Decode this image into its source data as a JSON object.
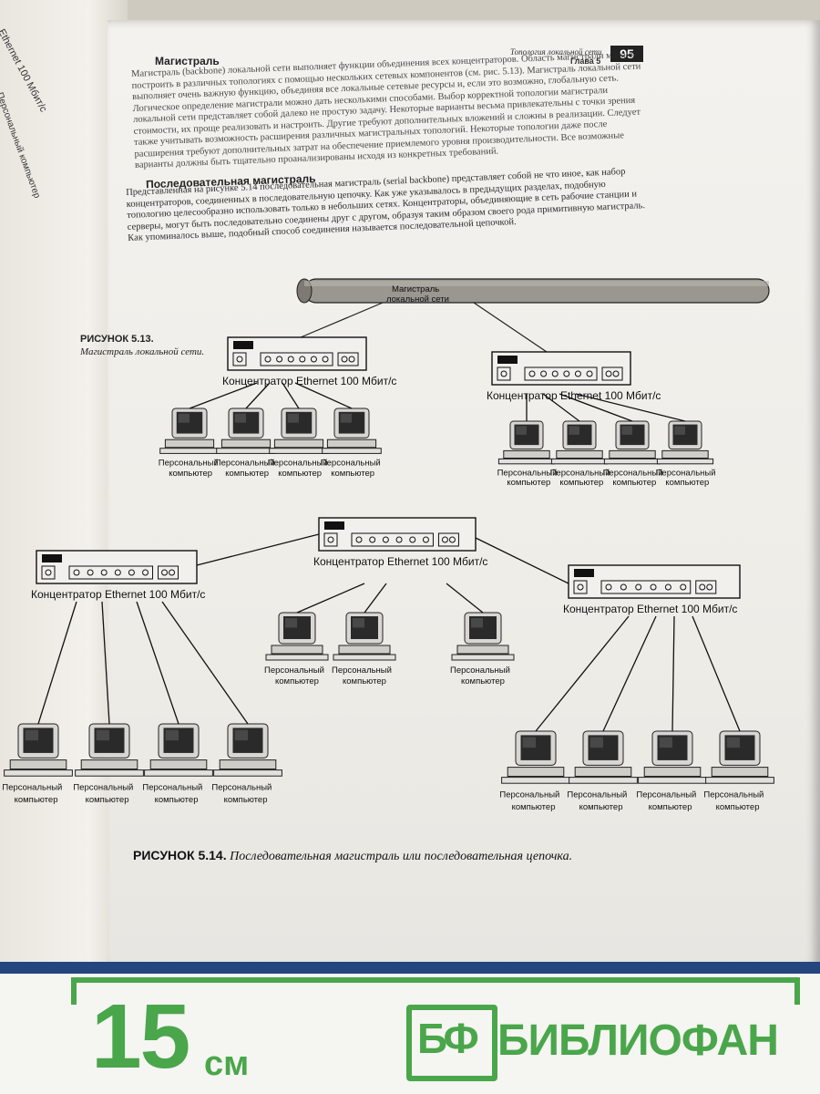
{
  "page": {
    "section_title": "Топология локальной сети",
    "chapter": "Глава 5",
    "page_number": "95"
  },
  "backbone": {
    "heading": "Магистраль",
    "text": "Магистраль (backbone) локальной сети выполняет функции объединения всех концентраторов. Область магистрали можно построить в различных топологиях с помощью нескольких сетевых компонентов (см. рис. 5.13). Магистраль локальной сети выполняет очень важную функцию, объединяя все локальные сетевые ресурсы и, если это возможно, глобальную сеть. Логическое определение магистрали можно дать несколькими способами. Выбор корректной топологии магистрали локальной сети представляет собой далеко не простую задачу. Некоторые варианты весьма привлекательны с точки зрения стоимости, их проще реализовать и настроить. Другие требуют дополнительных вложений и сложны в реализации. Следует также учитывать возможность расширения различных магистральных топологий. Некоторые топологии даже после расширения требуют дополнительных затрат на обеспечение приемлемого уровня производительности. Все возможные варианты должны быть тщательно проанализированы исходя из конкретных требований."
  },
  "serial": {
    "heading": "Последовательная магистраль",
    "text": "Представленная на рисунке 5.14 последовательная магистраль (serial backbone) представляет собой не что иное, как набор концентраторов, соединенных в последовательную цепочку. Как уже указывалось в предыдущих разделах, подобную топологию целесообразно использовать только в небольших сетях. Концентраторы, объединяющие в сеть рабочие станции и серверы, могут быть последовательно соединены друг с другом, образуя таким образом своего рода примитивную магистраль. Как упоминалось выше, подобный способ соединения называется последовательной цепочкой."
  },
  "figure1": {
    "label": "РИСУНОК 5.13.",
    "caption": "Магистраль локальной сети.",
    "backbone_line1": "Магистраль",
    "backbone_line2": "локальной сети",
    "hub_label": "Концентратор Ethernet 100 Мбит/с",
    "pc_line1": "Персональный",
    "pc_line2": "компьютер"
  },
  "figure2": {
    "label": "РИСУНОК 5.14.",
    "caption": "Последовательная магистраль или последовательная цепочка.",
    "hub_label": "Концентратор Ethernet 100 Мбит/с",
    "pc_line1": "Персональный",
    "pc_line2": "компьютер"
  },
  "left_page": {
    "fragment1": "Ethernet 100 Мбит/с",
    "fragment2": "Персональный компьютер"
  },
  "ruler": {
    "length": "15",
    "unit": "см",
    "logo": "БФ",
    "brand": "БИБЛИОФАН",
    "green": "#4aa64a",
    "cover_blue": "#25457e"
  }
}
